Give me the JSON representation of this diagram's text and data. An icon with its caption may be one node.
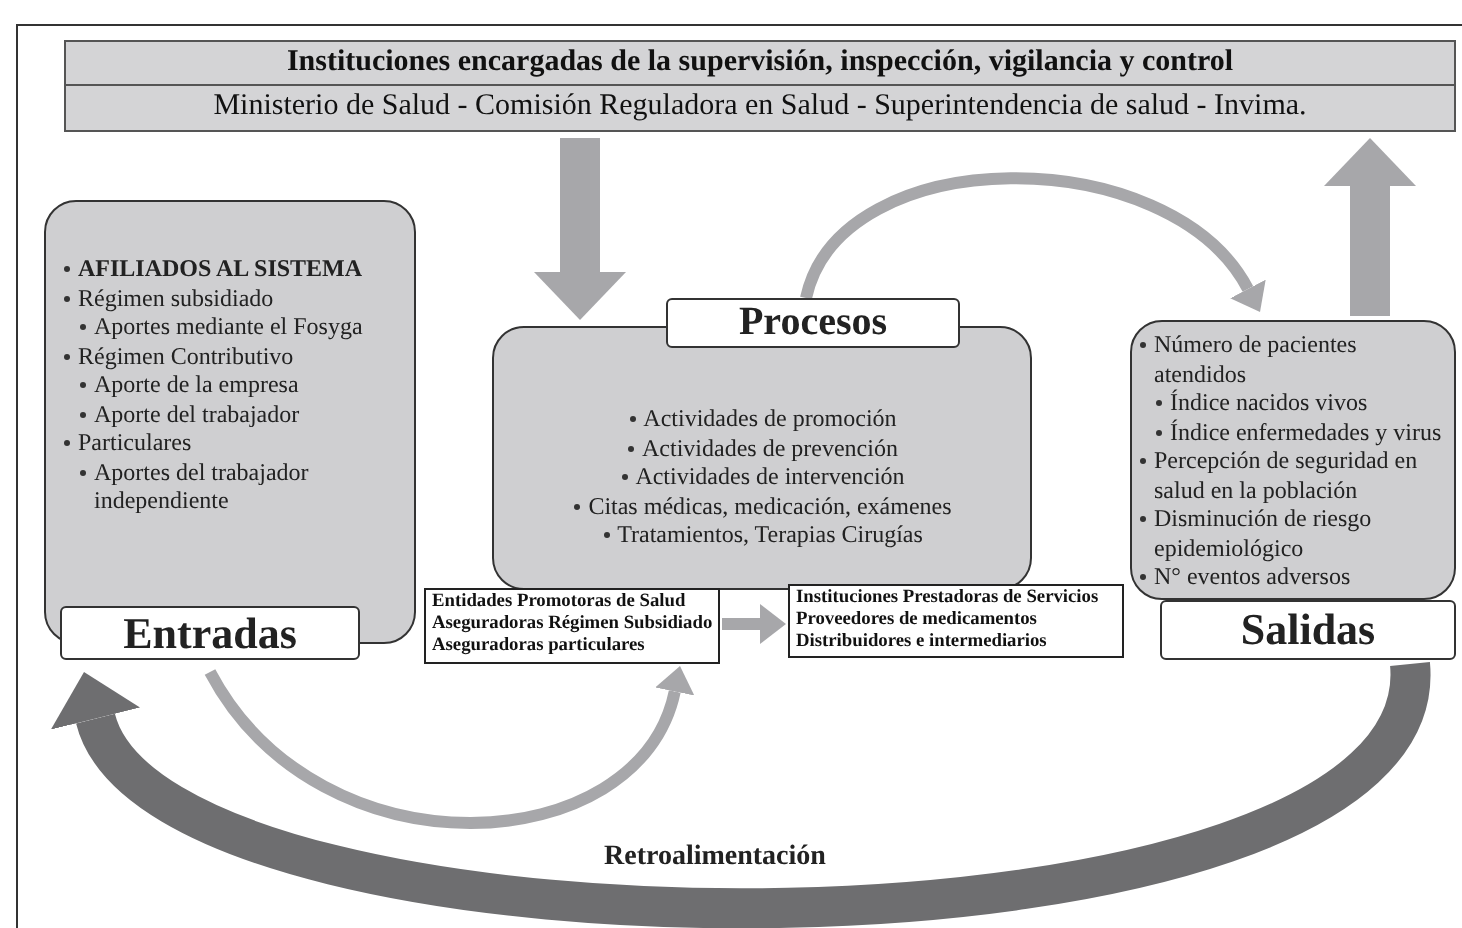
{
  "diagram": {
    "nodes": [
      {
        "text": [
          "Instituciones encargadas de la supervisión, inspección, vigilancia y control",
          "Ministerio de Salud - Comisión Reguladora en Salud - Superintendencia de salud - Invima."
        ]
      },
      {
        "text": [
          "AFILIADOS AL SISTEMA",
          "Régimen subsidiado",
          "Aportes mediante el Fosyga",
          "Régimen Contributivo",
          "Aporte de la empresa",
          "Aporte del trabajador",
          "Particulares",
          "Aportes del trabajador independiente"
        ]
      },
      {
        "text": [
          "Entradas"
        ]
      },
      {
        "text": [
          "Procesos"
        ]
      },
      {
        "text": [
          "Actividades de promoción",
          "Actividades de prevención",
          "Actividades de intervención",
          "Citas médicas, medicación, exámenes",
          "Tratamientos, Terapias Cirugías"
        ]
      },
      {
        "text": [
          "Número de pacientes atendidos",
          "Índice nacidos vivos",
          "Índice enfermedades y virus",
          "Percepción de seguridad en salud en la población",
          "Disminución de riesgo epidemiológico",
          "N° eventos adversos"
        ]
      },
      {
        "text": [
          "Salidas"
        ]
      },
      {
        "text": [
          "Entidades Promotoras de Salud",
          "Aseguradoras Régimen Subsidiado",
          "Aseguradoras particulares"
        ]
      },
      {
        "text": [
          "Instituciones Prestadoras de Servicios",
          "Proveedores de medicamentos",
          "Distribuidores e intermediarios"
        ]
      }
    ],
    "edges": [
      {
        "from": 0,
        "to": 4,
        "arrow": "to",
        "style": "thick"
      },
      {
        "from": 5,
        "to": 0,
        "arrow": "to",
        "style": "thick"
      },
      {
        "from": 3,
        "to": 5,
        "arrow": "to"
      },
      {
        "from": 2,
        "to": 7,
        "arrow": "to"
      },
      {
        "from": 7,
        "to": 8,
        "arrow": "to"
      },
      {
        "from": 6,
        "to": 2,
        "arrow": "to",
        "style": "thick",
        "color": "#6e6e70",
        "label": "Retroalimentación"
      }
    ]
  }
}
